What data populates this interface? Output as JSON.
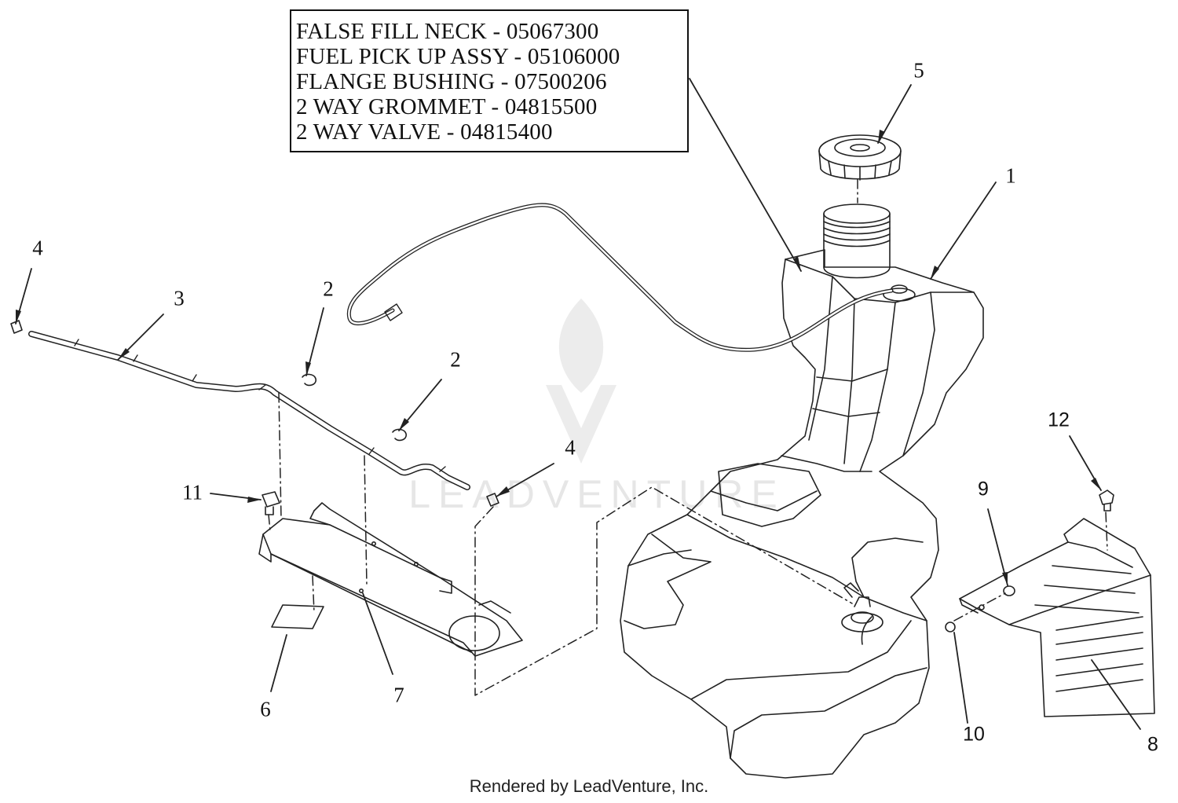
{
  "callout": {
    "lines": [
      "FALSE FILL NECK - 05067300",
      "FUEL PICK UP ASSY - 05106000",
      "FLANGE BUSHING - 07500206",
      "2 WAY GROMMET - 04815500",
      "2 WAY VALVE - 04815400"
    ]
  },
  "callouts": [
    {
      "id": "1",
      "label": "1"
    },
    {
      "id": "2a",
      "label": "2"
    },
    {
      "id": "2b",
      "label": "2"
    },
    {
      "id": "3",
      "label": "3"
    },
    {
      "id": "4a",
      "label": "4"
    },
    {
      "id": "4b",
      "label": "4"
    },
    {
      "id": "5",
      "label": "5"
    },
    {
      "id": "6",
      "label": "6"
    },
    {
      "id": "7",
      "label": "7"
    },
    {
      "id": "8",
      "label": "8"
    },
    {
      "id": "9",
      "label": "9"
    },
    {
      "id": "10",
      "label": "10"
    },
    {
      "id": "11",
      "label": "11"
    },
    {
      "id": "12",
      "label": "12"
    }
  ],
  "watermark": "LEADVENTURE",
  "footer": "Rendered by LeadVenture, Inc."
}
